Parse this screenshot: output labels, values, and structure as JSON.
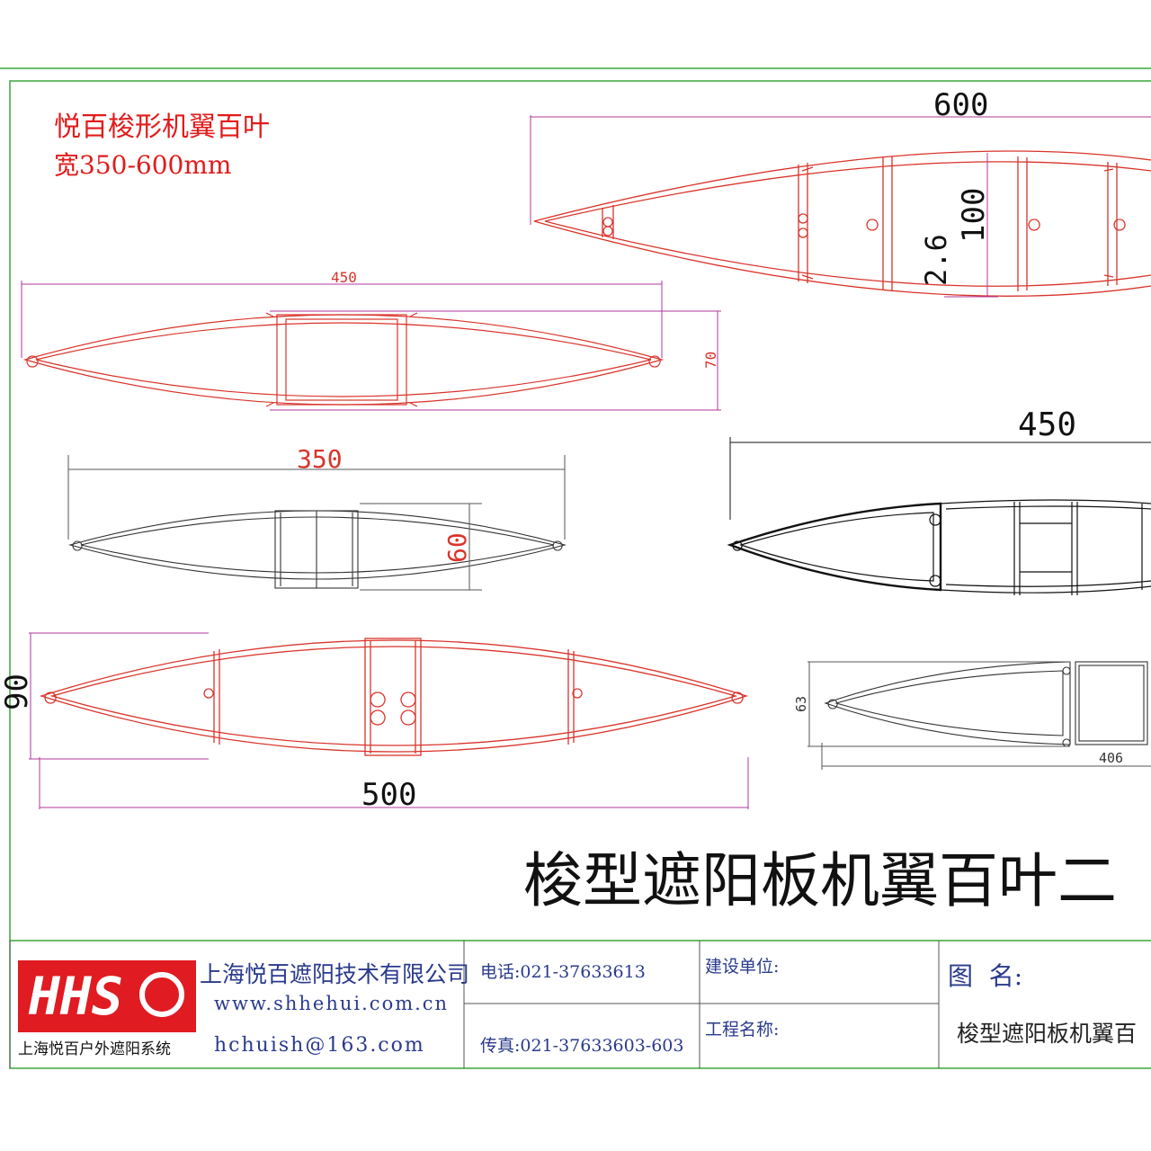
{
  "header": {
    "title": "悦百梭形机翼百叶",
    "subtitle": "宽350-600mm"
  },
  "drawing_title": "梭型遮阳板机翼百叶二",
  "dimensions": {
    "p600": {
      "width": "600",
      "height": "100",
      "wall": "2.6"
    },
    "p450_red": {
      "width": "450",
      "height": "70"
    },
    "p350": {
      "width": "350",
      "height": "60"
    },
    "p500": {
      "width": "500",
      "height": "90"
    },
    "p450_black": {
      "width": "450"
    },
    "p406": {
      "width": "406",
      "height": "63"
    }
  },
  "title_block": {
    "logo_text": "HHS",
    "logo_caption": "上海悦百户外遮阳系统",
    "company": "上海悦百遮阳技术有限公司",
    "website": "www.shhehui.com.cn",
    "email": "hchuish@163.com",
    "phone": "电话:021-37633613",
    "fax": "传真:021-37633603-603",
    "builder_label": "建设单位:",
    "project_label": "工程名称:",
    "drawing_name_label": "图  名:",
    "drawing_name": "梭型遮阳板机翼百"
  },
  "colors": {
    "frame": "#3aa63a",
    "profile_red": "#d9342b",
    "profile_black": "#111111",
    "dim_magenta": "#b0379b",
    "dim_red": "#d9342b",
    "logo_red": "#e01b22",
    "text_blue": "#2a3a8c"
  }
}
